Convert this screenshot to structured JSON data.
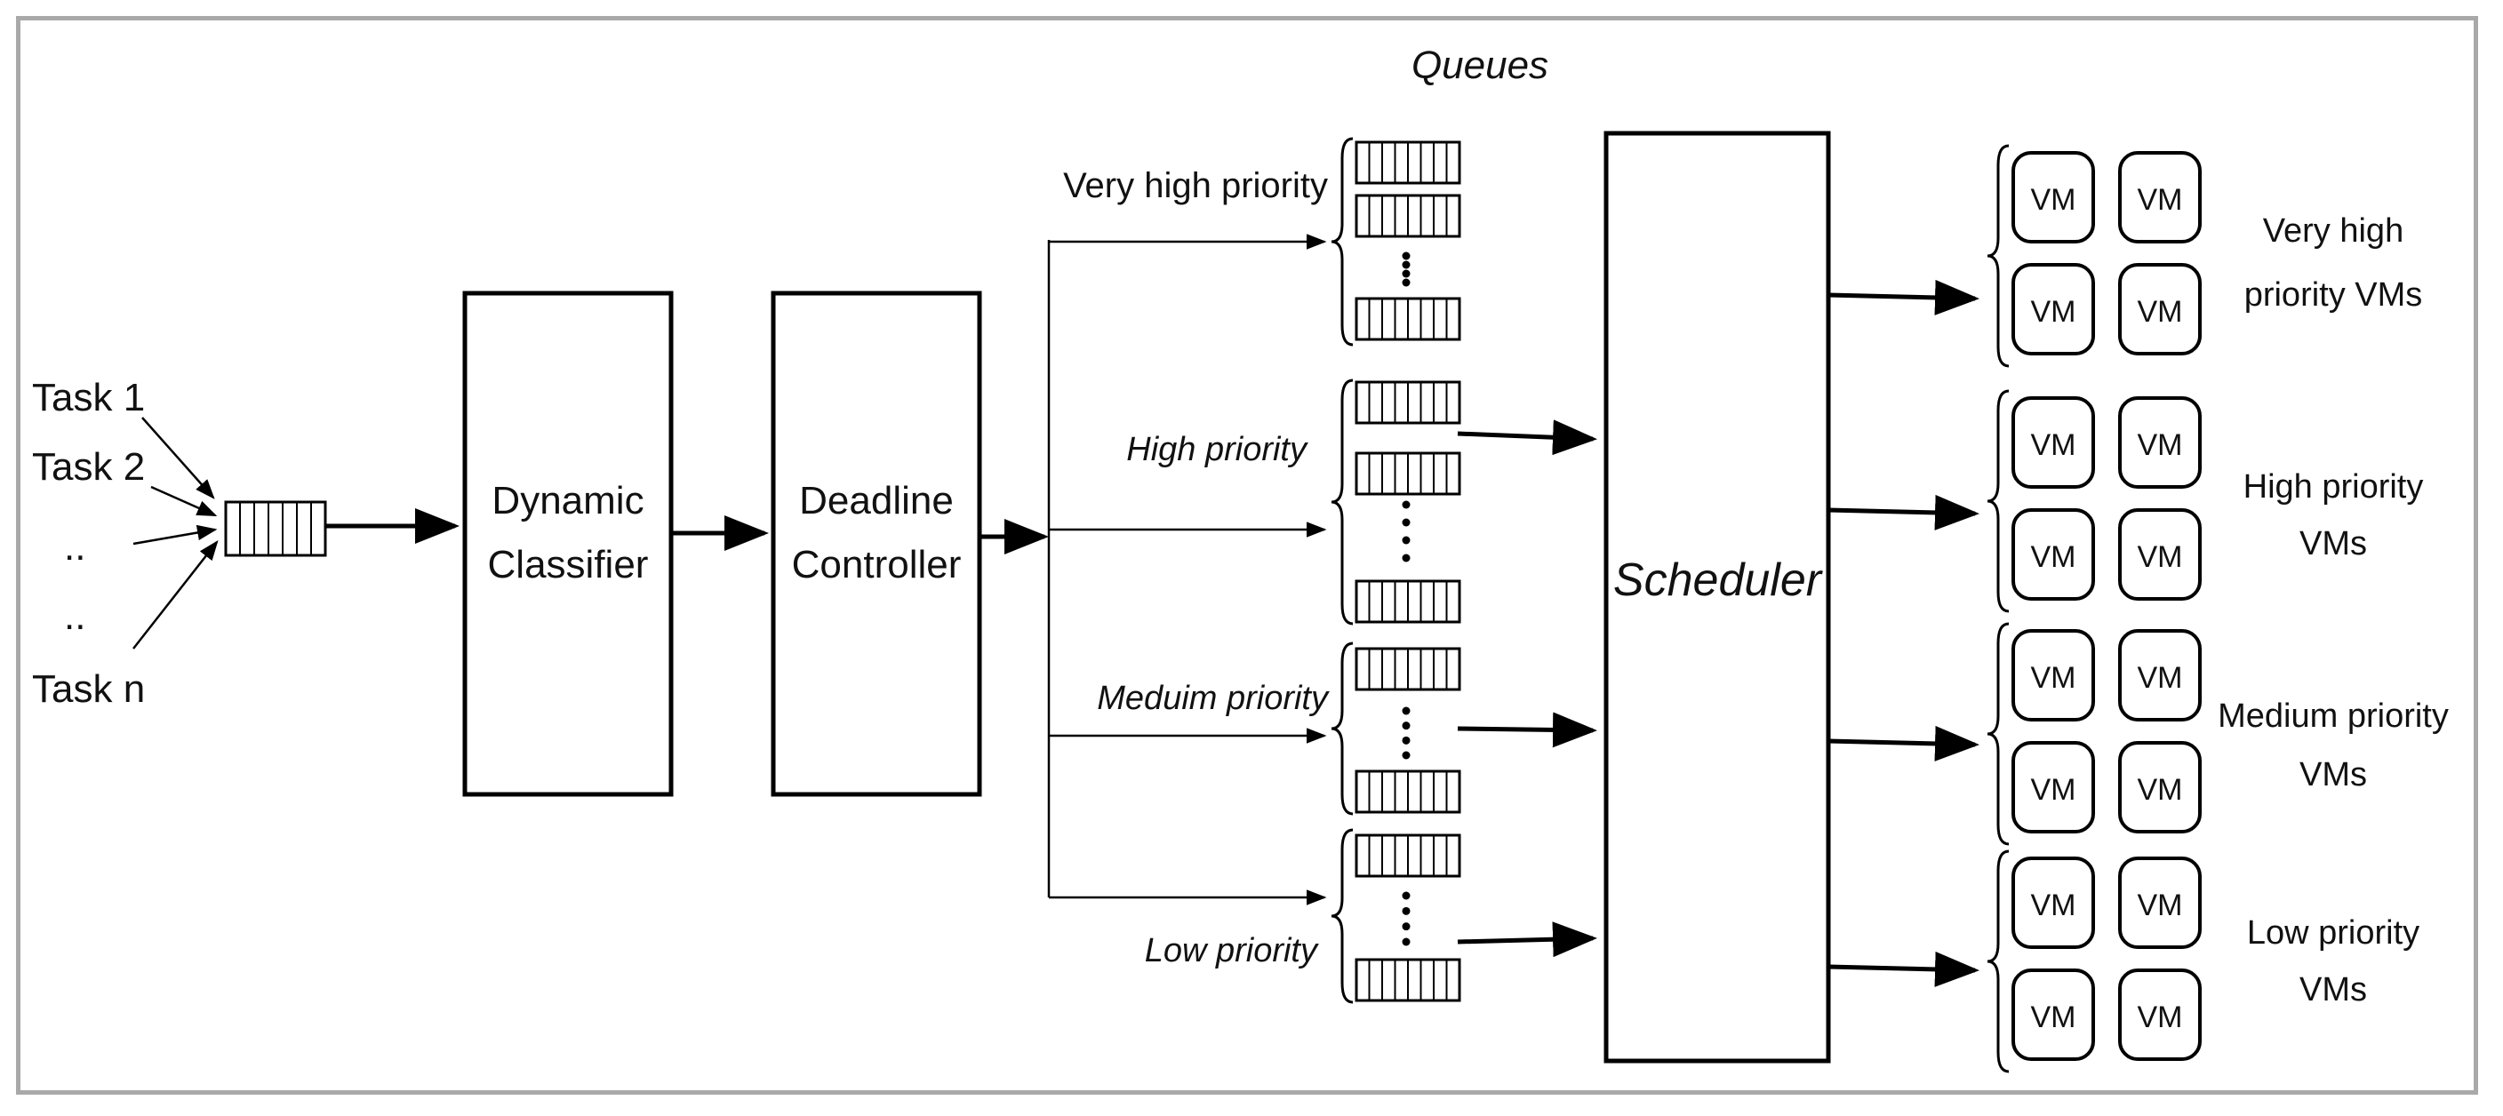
{
  "diagram": {
    "queues_title": "Queues",
    "tasks": [
      "Task 1",
      "Task 2",
      "..",
      "..",
      "Task n"
    ],
    "blocks": {
      "classifier": [
        "Dynamic",
        "Classifier"
      ],
      "controller": [
        "Deadline",
        "Controller"
      ],
      "scheduler": "Scheduler"
    },
    "priorities": [
      {
        "label": "Very high priority",
        "vm_label": [
          "Very high",
          "priority VMs"
        ]
      },
      {
        "label": "High priority",
        "vm_label": [
          "High priority",
          "VMs"
        ]
      },
      {
        "label": "Meduim priority",
        "vm_label": [
          "Medium priority",
          "VMs"
        ]
      },
      {
        "label": "Low priority",
        "vm_label": [
          "Low priority",
          "VMs"
        ]
      }
    ],
    "vm_text": "VM"
  }
}
